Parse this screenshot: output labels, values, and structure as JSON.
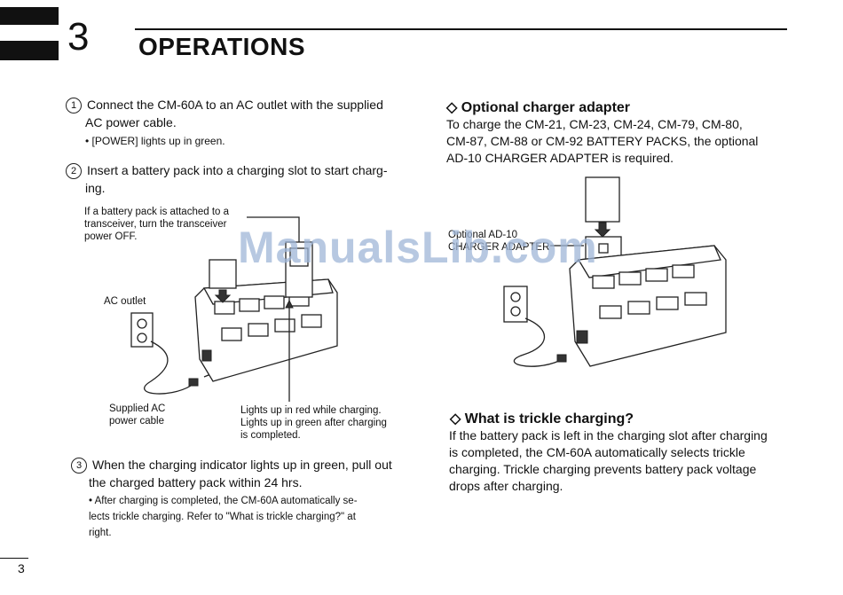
{
  "header": {
    "chapter_number": "3",
    "chapter_title": "OPERATIONS"
  },
  "left": {
    "step1": {
      "number": "1",
      "text_line1": "Connect the CM-60A to an AC outlet with the supplied",
      "text_line2": "AC power cable.",
      "note": "• [POWER] lights up in green."
    },
    "step2": {
      "number": "2",
      "text_line1": "Insert a battery pack into a charging slot to start charg-",
      "text_line2": "ing."
    },
    "figure1": {
      "callout_battery_line1": "If a battery pack is attached to a",
      "callout_battery_line2": "transceiver, turn the transceiver",
      "callout_battery_line3": "power OFF.",
      "label_ac_outlet": "AC outlet",
      "label_cable_line1": "Supplied AC",
      "label_cable_line2": "power cable",
      "label_indicator_line1": "Lights up in red while charging.",
      "label_indicator_line2": "Lights up in green after charging",
      "label_indicator_line3": "is completed."
    },
    "step3": {
      "number": "3",
      "text_line1": "When the charging indicator lights up in green, pull out",
      "text_line2": "the charged battery pack within 24 hrs.",
      "note_line1": "• After charging is completed, the CM-60A automatically se-",
      "note_line2": "lects trickle charging. Refer to \"What is trickle charging?\" at",
      "note_line3": "right."
    }
  },
  "right": {
    "section1": {
      "heading": "◇ Optional charger adapter",
      "line1": "To charge the CM-21, CM-23, CM-24, CM-79, CM-80,",
      "line2": "CM-87, CM-88  or CM-92 BATTERY PACKS, the optional",
      "line3": "AD-10 CHARGER ADAPTER is required."
    },
    "figure2": {
      "label_line1": "Optional AD-10",
      "label_line2": "CHARGER ADAPTER"
    },
    "section2": {
      "heading": "◇ What is trickle charging?",
      "line1": "If the battery pack is left in the charging slot after charging",
      "line2": "is completed, the CM-60A automatically selects trickle",
      "line3": "charging. Trickle charging prevents battery pack voltage",
      "line4": "drops after charging."
    }
  },
  "watermark": "ManualsLib.com",
  "footer": {
    "page_number": "3"
  }
}
